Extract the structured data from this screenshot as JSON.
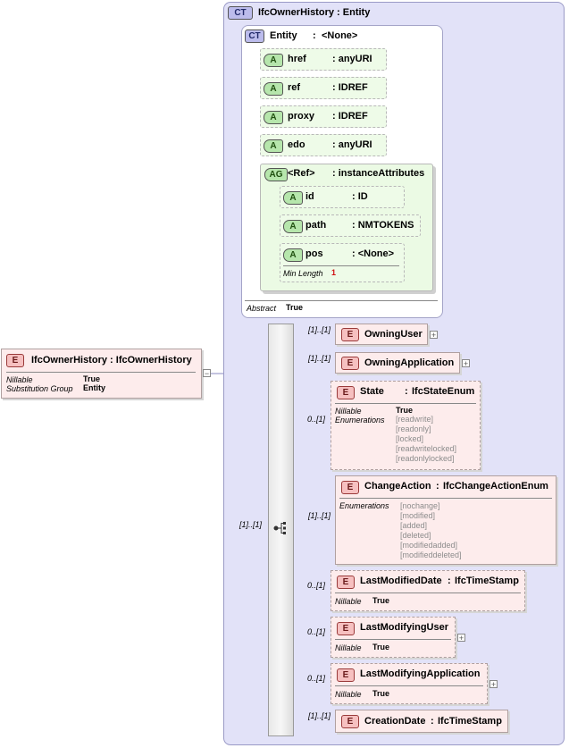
{
  "root": {
    "badge": "E",
    "name": "IfcOwnerHistory",
    "sep": ":",
    "type": "IfcOwnerHistory",
    "props": [
      {
        "label": "Nillable",
        "value": "True"
      },
      {
        "label": "Substitution Group",
        "value": "Entity"
      }
    ]
  },
  "complex_type": {
    "badge": "CT",
    "name": "IfcOwnerHistory",
    "sep": ":",
    "type": "Entity"
  },
  "entity_type": {
    "badge": "CT",
    "name": "Entity",
    "sep": ":",
    "type": "<None>",
    "abstract_label": "Abstract",
    "abstract_value": "True"
  },
  "attributes": [
    {
      "badge": "A",
      "name": "href",
      "type": ": anyURI"
    },
    {
      "badge": "A",
      "name": "ref",
      "type": ": IDREF"
    },
    {
      "badge": "A",
      "name": "proxy",
      "type": ": IDREF"
    },
    {
      "badge": "A",
      "name": "edo",
      "type": ": anyURI"
    }
  ],
  "attribute_group": {
    "badge": "AG",
    "name": "<Ref>",
    "type": ": instanceAttributes",
    "attributes": [
      {
        "badge": "A",
        "name": "id",
        "type": ": ID"
      },
      {
        "badge": "A",
        "name": "path",
        "type": ": NMTOKENS"
      },
      {
        "badge": "A",
        "name": "pos",
        "type": ": <None>",
        "facet_label": "Min Length",
        "facet_value": "1"
      }
    ]
  },
  "sequence": {
    "cardinality": "[1]..[1]"
  },
  "elements": [
    {
      "badge": "E",
      "name": "OwningUser",
      "cardinality": "[1]..[1]"
    },
    {
      "badge": "E",
      "name": "OwningApplication",
      "cardinality": "[1]..[1]"
    },
    {
      "badge": "E",
      "name": "State",
      "sep": ":",
      "type": "IfcStateEnum",
      "cardinality": "0..[1]",
      "nillable_label": "Nillable",
      "nillable_value": "True",
      "enum_label": "Enumerations",
      "enums": [
        "[readwrite]",
        "[readonly]",
        "[locked]",
        "[readwritelocked]",
        "[readonlylocked]"
      ]
    },
    {
      "badge": "E",
      "name": "ChangeAction",
      "sep": ":",
      "type": "IfcChangeActionEnum",
      "cardinality": "[1]..[1]",
      "enum_label": "Enumerations",
      "enums": [
        "[nochange]",
        "[modified]",
        "[added]",
        "[deleted]",
        "[modifiedadded]",
        "[modifieddeleted]"
      ]
    },
    {
      "badge": "E",
      "name": "LastModifiedDate",
      "sep": ":",
      "type": "IfcTimeStamp",
      "cardinality": "0..[1]",
      "nillable_label": "Nillable",
      "nillable_value": "True"
    },
    {
      "badge": "E",
      "name": "LastModifyingUser",
      "cardinality": "0..[1]",
      "nillable_label": "Nillable",
      "nillable_value": "True"
    },
    {
      "badge": "E",
      "name": "LastModifyingApplication",
      "cardinality": "0..[1]",
      "nillable_label": "Nillable",
      "nillable_value": "True"
    },
    {
      "badge": "E",
      "name": "CreationDate",
      "sep": ":",
      "type": "IfcTimeStamp",
      "cardinality": "[1]..[1]"
    }
  ],
  "expand_symbol": "+",
  "collapse_symbol": "−"
}
